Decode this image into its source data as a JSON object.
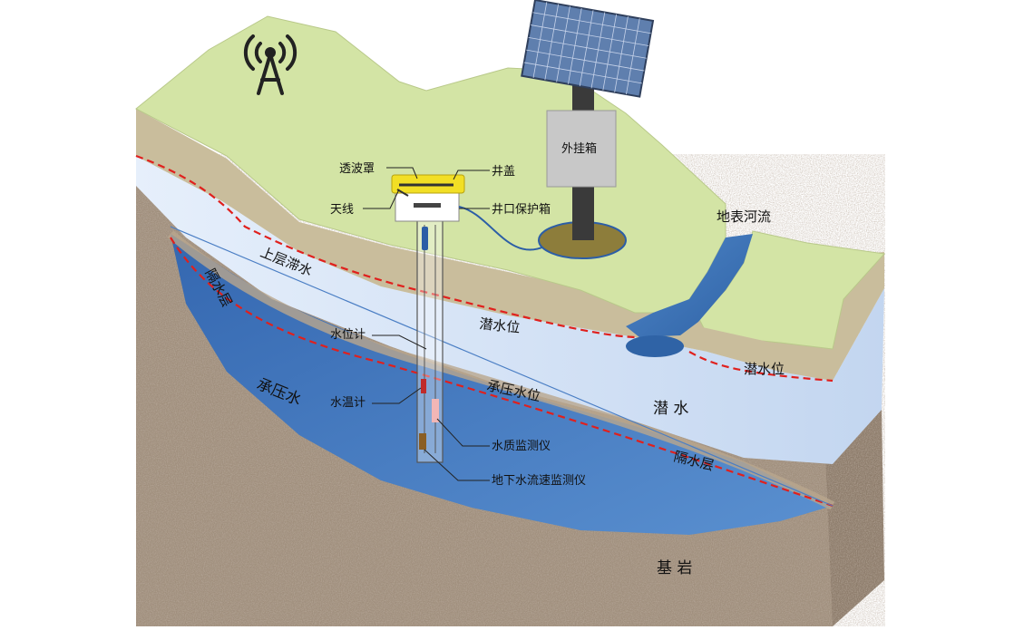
{
  "diagram": {
    "labels": {
      "transmit_cover": "透波罩",
      "well_cover": "井盖",
      "antenna": "天线",
      "wellhead_box": "井口保护箱",
      "external_box": "外挂箱",
      "surface_river": "地表河流",
      "upper_perched_water": "上层滞水",
      "aquiclude_left": "隔水层",
      "phreatic_level_center": "潜水位",
      "phreatic_level_right": "潜水位",
      "water_level_meter": "水位计",
      "water_temp_meter": "水温计",
      "confined_water": "承压水",
      "confined_level": "承压水位",
      "phreatic_water": "潜 水",
      "water_quality_monitor": "水质监测仪",
      "groundwater_flow_monitor": "地下水流速监测仪",
      "aquiclude_right": "隔水层",
      "bedrock": "基 岩"
    },
    "icons": {
      "tower": "radio-tower-icon",
      "solar": "solar-panel-icon"
    },
    "colors": {
      "grass": "#d2e3a4",
      "soil": "#c8bc9a",
      "rock": "#9c8a78",
      "phreatic": "#cfe0f4",
      "confined": "#3f79bf",
      "dashed": "#e0201d",
      "cover": "#f2df25"
    }
  }
}
